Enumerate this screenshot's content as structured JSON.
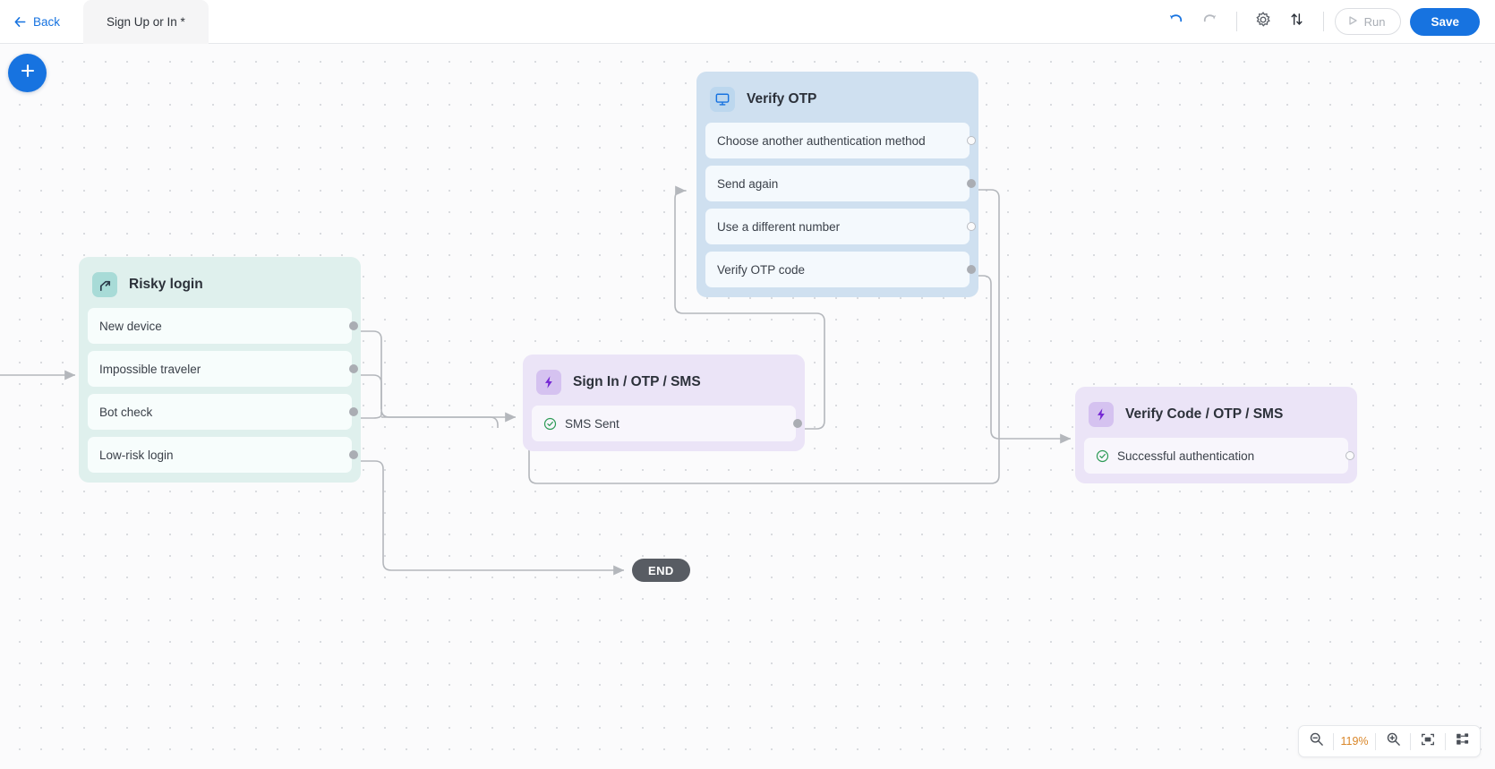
{
  "topbar": {
    "back_label": "Back",
    "back_icon": "arrow-left-icon",
    "tabs": [
      {
        "label": "Sign Up or In *",
        "active": true
      }
    ],
    "undo_icon": "undo-icon",
    "redo_icon": "redo-icon",
    "settings_icon": "gear-icon",
    "sort_icon": "sort-arrows-icon",
    "run_label": "Run",
    "run_icon": "play-icon",
    "run_enabled": false,
    "save_label": "Save",
    "accent_color": "#1773e0",
    "disabled_color": "#a9aeb5"
  },
  "canvas": {
    "add_button_icon": "plus-icon",
    "grid_color": "#d3d5da",
    "background": "#fbfbfc",
    "edge_color": "#b4b7bc"
  },
  "nodes": [
    {
      "id": "risky-login",
      "title": "Risky login",
      "icon": "branch-icon",
      "theme": "n-risky",
      "header_color": "#dff0ed",
      "rows": [
        {
          "label": "New device",
          "port": "filled",
          "check": false
        },
        {
          "label": "Impossible traveler",
          "port": "filled",
          "check": false
        },
        {
          "label": "Bot check",
          "port": "filled",
          "check": false
        },
        {
          "label": "Low-risk login",
          "port": "filled",
          "check": false
        }
      ]
    },
    {
      "id": "verify-otp",
      "title": "Verify OTP",
      "icon": "screen-icon",
      "theme": "n-otp",
      "header_color": "#cfe0f0",
      "rows": [
        {
          "label": "Choose another authentication method",
          "port": "hollow",
          "check": false
        },
        {
          "label": "Send again",
          "port": "filled",
          "check": false
        },
        {
          "label": "Use a different number",
          "port": "hollow",
          "check": false
        },
        {
          "label": "Verify OTP code",
          "port": "filled",
          "check": false
        }
      ]
    },
    {
      "id": "sign-in-otp-sms",
      "title": "Sign In / OTP / SMS",
      "icon": "lightning-icon",
      "theme": "n-purple",
      "header_color": "#ebe4f7",
      "rows": [
        {
          "label": "SMS Sent",
          "port": "filled",
          "check": true
        }
      ]
    },
    {
      "id": "verify-code-otp-sms",
      "title": "Verify Code / OTP / SMS",
      "icon": "lightning-icon",
      "theme": "n-purple",
      "header_color": "#ebe4f7",
      "rows": [
        {
          "label": "Successful authentication",
          "port": "hollow",
          "check": true
        }
      ]
    }
  ],
  "end_node": {
    "label": "END"
  },
  "zoom_controls": {
    "zoom_out_icon": "zoom-out-icon",
    "level": "119%",
    "zoom_in_icon": "zoom-in-icon",
    "fit_icon": "fit-to-screen-icon",
    "layout_icon": "auto-layout-icon",
    "level_color": "#d98628"
  }
}
